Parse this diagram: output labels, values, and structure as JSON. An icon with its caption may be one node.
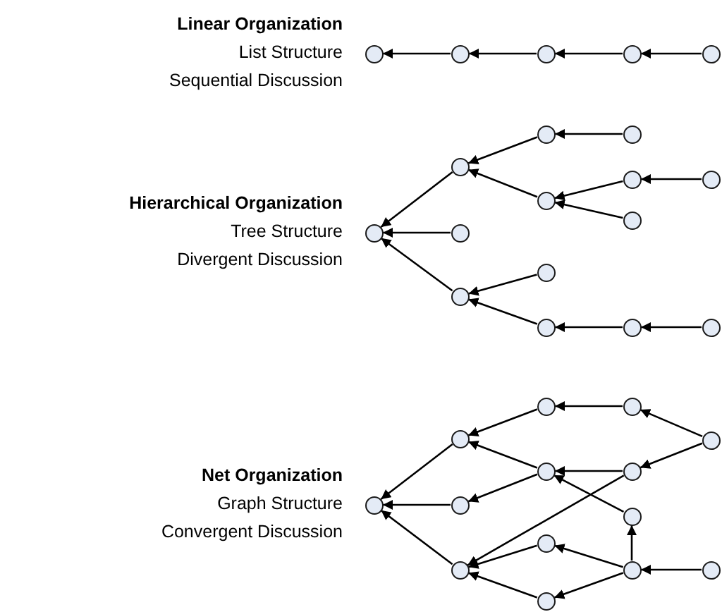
{
  "diagram": {
    "nodes": [
      {
        "text": [],
        "shape": "circle"
      },
      {
        "text": [],
        "shape": "circle"
      },
      {
        "text": [],
        "shape": "circle"
      },
      {
        "text": [],
        "shape": "circle"
      },
      {
        "text": [],
        "shape": "circle"
      },
      {
        "text": [],
        "shape": "circle"
      },
      {
        "text": [],
        "shape": "circle"
      },
      {
        "text": [],
        "shape": "circle"
      },
      {
        "text": [],
        "shape": "circle"
      },
      {
        "text": [],
        "shape": "circle"
      },
      {
        "text": [],
        "shape": "circle"
      },
      {
        "text": [],
        "shape": "circle"
      },
      {
        "text": [],
        "shape": "circle"
      },
      {
        "text": [],
        "shape": "circle"
      },
      {
        "text": [],
        "shape": "circle"
      },
      {
        "text": [],
        "shape": "circle"
      },
      {
        "text": [],
        "shape": "circle"
      },
      {
        "text": [],
        "shape": "circle"
      },
      {
        "text": [],
        "shape": "circle"
      },
      {
        "text": [],
        "shape": "circle"
      },
      {
        "text": [],
        "shape": "circle"
      },
      {
        "text": [],
        "shape": "circle"
      },
      {
        "text": [],
        "shape": "circle"
      },
      {
        "text": [],
        "shape": "circle"
      },
      {
        "text": [],
        "shape": "circle"
      },
      {
        "text": [],
        "shape": "circle"
      },
      {
        "text": [],
        "shape": "circle"
      },
      {
        "text": [],
        "shape": "circle"
      },
      {
        "text": [],
        "shape": "circle"
      },
      {
        "text": [],
        "shape": "circle"
      },
      {
        "text": [],
        "shape": "circle"
      },
      {
        "text": [],
        "shape": "circle"
      },
      {
        "text": [],
        "shape": "circle"
      }
    ],
    "edges": [
      {
        "from": 1,
        "to": 0,
        "arrow": "to"
      },
      {
        "from": 2,
        "to": 1,
        "arrow": "to"
      },
      {
        "from": 3,
        "to": 2,
        "arrow": "to"
      },
      {
        "from": 4,
        "to": 3,
        "arrow": "to"
      },
      {
        "from": 6,
        "to": 5,
        "arrow": "to"
      },
      {
        "from": 7,
        "to": 5,
        "arrow": "to"
      },
      {
        "from": 8,
        "to": 5,
        "arrow": "to"
      },
      {
        "from": 9,
        "to": 6,
        "arrow": "to"
      },
      {
        "from": 10,
        "to": 6,
        "arrow": "to"
      },
      {
        "from": 13,
        "to": 9,
        "arrow": "to"
      },
      {
        "from": 14,
        "to": 10,
        "arrow": "to"
      },
      {
        "from": 15,
        "to": 10,
        "arrow": "to"
      },
      {
        "from": 17,
        "to": 14,
        "arrow": "to"
      },
      {
        "from": 11,
        "to": 8,
        "arrow": "to"
      },
      {
        "from": 12,
        "to": 8,
        "arrow": "to"
      },
      {
        "from": 16,
        "to": 12,
        "arrow": "to"
      },
      {
        "from": 18,
        "to": 16,
        "arrow": "to"
      },
      {
        "from": 20,
        "to": 19,
        "arrow": "to"
      },
      {
        "from": 21,
        "to": 19,
        "arrow": "to"
      },
      {
        "from": 22,
        "to": 19,
        "arrow": "to"
      },
      {
        "from": 23,
        "to": 20,
        "arrow": "to"
      },
      {
        "from": 24,
        "to": 20,
        "arrow": "to"
      },
      {
        "from": 24,
        "to": 21,
        "arrow": "to"
      },
      {
        "from": 27,
        "to": 23,
        "arrow": "to"
      },
      {
        "from": 31,
        "to": 27,
        "arrow": "to"
      },
      {
        "from": 31,
        "to": 28,
        "arrow": "to"
      },
      {
        "from": 28,
        "to": 24,
        "arrow": "to"
      },
      {
        "from": 28,
        "to": 22,
        "arrow": "to"
      },
      {
        "from": 29,
        "to": 24,
        "arrow": "to"
      },
      {
        "from": 30,
        "to": 29,
        "arrow": "to"
      },
      {
        "from": 30,
        "to": 25,
        "arrow": "to"
      },
      {
        "from": 30,
        "to": 26,
        "arrow": "to"
      },
      {
        "from": 25,
        "to": 22,
        "arrow": "to"
      },
      {
        "from": 26,
        "to": 22,
        "arrow": "to"
      },
      {
        "from": 32,
        "to": 30,
        "arrow": "to"
      }
    ],
    "labels": [
      "Linear Organization",
      "List Structure",
      "Sequential Discussion",
      "Hierarchical Organization",
      "Tree Structure",
      "Divergent Discussion",
      "Net Organization",
      "Graph Structure",
      "Convergent Discussion"
    ]
  }
}
